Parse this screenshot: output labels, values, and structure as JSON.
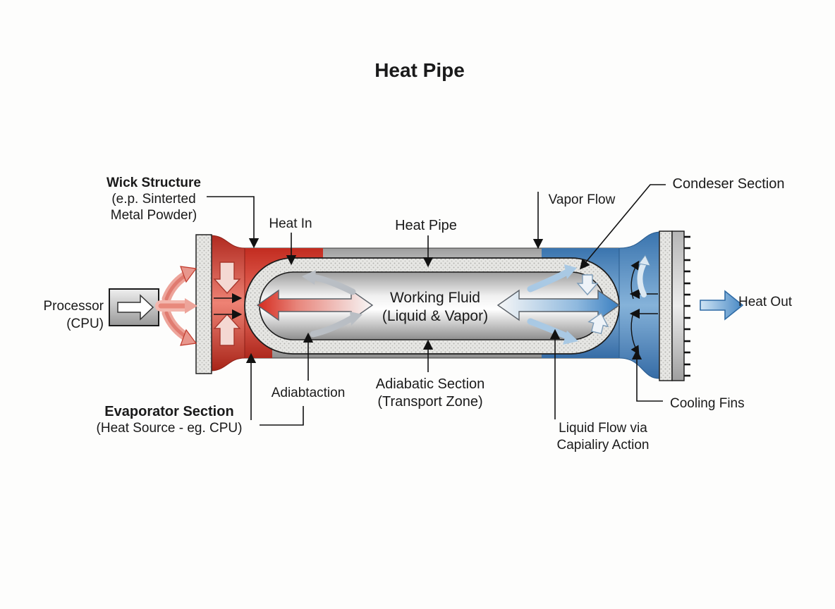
{
  "title": "Heat Pipe",
  "labels": {
    "wick_structure": {
      "l1": "Wick Structure",
      "l2": "(e.p. Sinterted",
      "l3": "Metal Powder)"
    },
    "heat_in": "Heat In",
    "heat_pipe": "Heat Pipe",
    "vapor_flow": "Vapor Flow",
    "condenser": "Condeser Section",
    "processor": {
      "l1": "Processor",
      "l2": "(CPU)"
    },
    "working_fluid": {
      "l1": "Working Fluid",
      "l2": "(Liquid & Vapor)"
    },
    "heat_out": "Heat Out",
    "evaporator": {
      "l1": "Evaporator Section",
      "l2": "(Heat Source - eg. CPU)"
    },
    "adiabtaction": "Adiabtaction",
    "adiabatic": {
      "l1": "Adiabatic Section",
      "l2": "(Transport Zone)"
    },
    "cooling_fins": "Cooling Fins",
    "liquid_flow": {
      "l1": "Liquid Flow via",
      "l2": "Capialiry Action"
    }
  },
  "colors": {
    "evaporator_red": "#d6352a",
    "condenser_blue": "#4e8fc7",
    "shell_silver": "#e8e8e8",
    "wick_gray": "#d9d9d6",
    "heat_out_blue": "#4788c4",
    "text": "#1a1a1a"
  }
}
